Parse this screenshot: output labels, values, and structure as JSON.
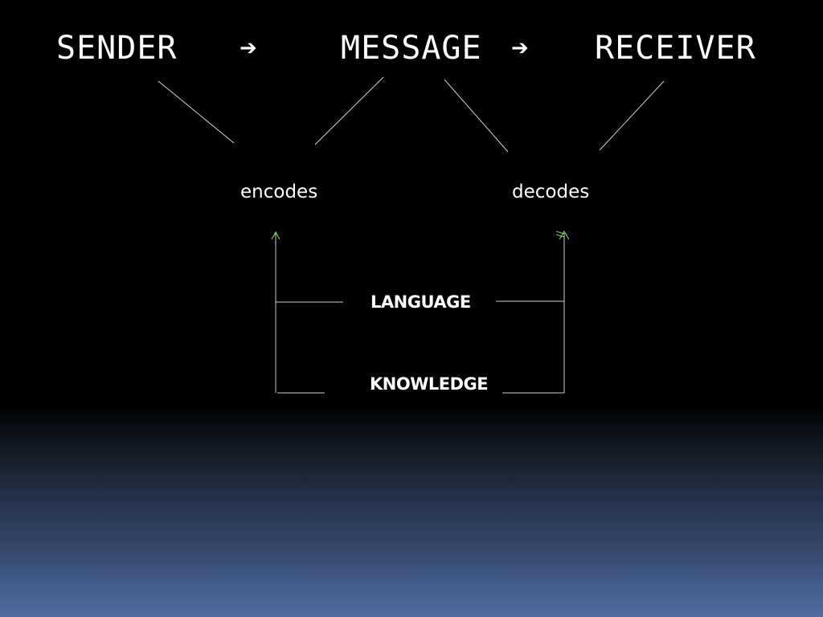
{
  "flow": {
    "sender": "SENDER",
    "message": "MESSAGE",
    "receiver": "RECEIVER",
    "arrow": "➔"
  },
  "processes": {
    "encode": "encodes",
    "decode": "decodes"
  },
  "factors": {
    "language": "LANGUAGE",
    "knowledge": "KNOWLEDGE"
  },
  "colors": {
    "background_top": "#000000",
    "background_bottom": "#4f6da0",
    "text": "#ffffff",
    "line": "#cccccc",
    "arrow_accent": "#7ccc4f"
  }
}
